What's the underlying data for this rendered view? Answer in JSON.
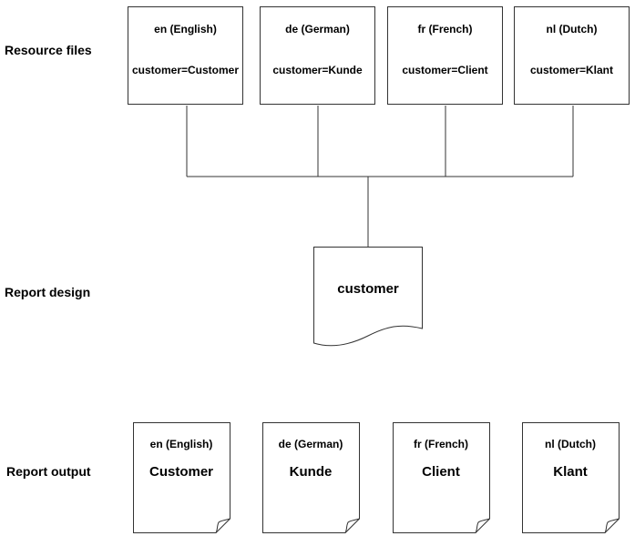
{
  "row_labels": {
    "resource_files": "Resource files",
    "report_design": "Report design",
    "report_output": "Report output"
  },
  "resource_files": [
    {
      "language": "en (English)",
      "entry": "customer=Customer"
    },
    {
      "language": "de (German)",
      "entry": "customer=Kunde"
    },
    {
      "language": "fr (French)",
      "entry": "customer=Client"
    },
    {
      "language": "nl (Dutch)",
      "entry": "customer=Klant"
    }
  ],
  "report_design": {
    "field": "customer"
  },
  "report_outputs": [
    {
      "language": "en (English)",
      "value": "Customer"
    },
    {
      "language": "de (German)",
      "value": "Kunde"
    },
    {
      "language": "fr (French)",
      "value": "Client"
    },
    {
      "language": "nl (Dutch)",
      "value": "Klant"
    }
  ]
}
